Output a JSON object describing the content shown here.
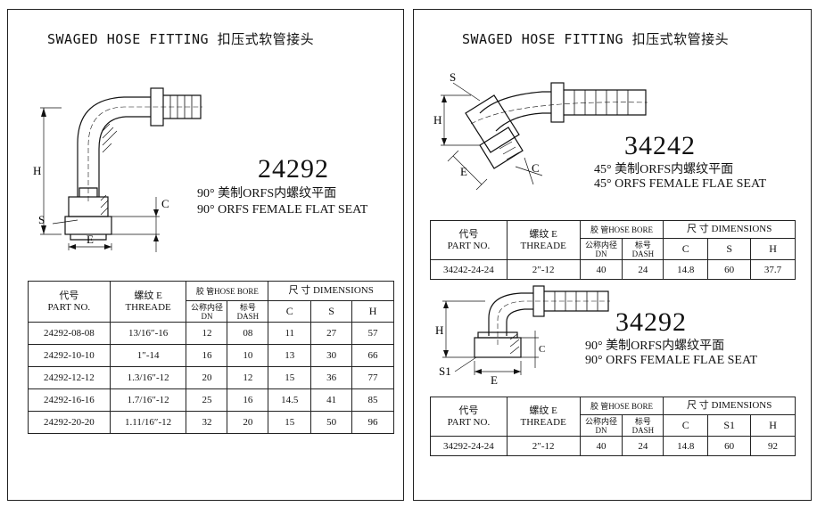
{
  "left": {
    "title": "SWAGED HOSE FITTING 扣压式软管接头",
    "model": "24292",
    "desc_cn": "90° 美制ORFS内螺纹平面",
    "desc_en": "90° ORFS FEMALE FLAT SEAT",
    "dim_labels": {
      "h": "H",
      "s": "S",
      "e": "E",
      "c": "C"
    },
    "table": {
      "headers": {
        "part_cn": "代号",
        "part_en": "PART NO.",
        "thread_cn": "螺纹 E",
        "thread_en": "THREADE",
        "bore": "胶 管HOSE BORE",
        "dn_cn": "公称内径",
        "dn_en": "DN",
        "dash_cn": "标号",
        "dash_en": "DASH",
        "dims": "尺 寸 DIMENSIONS",
        "c": "C",
        "s": "S",
        "h": "H"
      },
      "rows": [
        [
          "24292-08-08",
          "13/16″-16",
          "12",
          "08",
          "11",
          "27",
          "57"
        ],
        [
          "24292-10-10",
          "1″-14",
          "16",
          "10",
          "13",
          "30",
          "66"
        ],
        [
          "24292-12-12",
          "1.3/16″-12",
          "20",
          "12",
          "15",
          "36",
          "77"
        ],
        [
          "24292-16-16",
          "1.7/16″-12",
          "25",
          "16",
          "14.5",
          "41",
          "85"
        ],
        [
          "24292-20-20",
          "1.11/16″-12",
          "32",
          "20",
          "15",
          "50",
          "96"
        ]
      ]
    }
  },
  "right": {
    "title": "SWAGED HOSE FITTING 扣压式软管接头",
    "a": {
      "model": "34242",
      "desc_cn": "45° 美制ORFS内螺纹平面",
      "desc_en": "45° ORFS FEMALE FLAE SEAT",
      "dim_labels": {
        "s": "S",
        "h": "H",
        "e": "E",
        "c": "C"
      },
      "table": {
        "headers": {
          "part_cn": "代号",
          "part_en": "PART NO.",
          "thread_cn": "螺纹 E",
          "thread_en": "THREADE",
          "bore": "胶 管HOSE BORE",
          "dn_cn": "公称内径",
          "dn_en": "DN",
          "dash_cn": "标号",
          "dash_en": "DASH",
          "dims": "尺 寸 DIMENSIONS",
          "c": "C",
          "s": "S",
          "h": "H"
        },
        "rows": [
          [
            "34242-24-24",
            "2″-12",
            "40",
            "24",
            "14.8",
            "60",
            "37.7"
          ]
        ]
      }
    },
    "b": {
      "model": "34292",
      "desc_cn": "90° 美制ORFS内螺纹平面",
      "desc_en": "90° ORFS FEMALE FLAE SEAT",
      "dim_labels": {
        "s1": "S1",
        "h": "H",
        "e": "E",
        "c": "C"
      },
      "table": {
        "headers": {
          "part_cn": "代号",
          "part_en": "PART NO.",
          "thread_cn": "螺纹 E",
          "thread_en": "THREADE",
          "bore": "胶 管HOSE BORE",
          "dn_cn": "公称内径",
          "dn_en": "DN",
          "dash_cn": "标号",
          "dash_en": "DASH",
          "dims": "尺 寸 DIMENSIONS",
          "c": "C",
          "s1": "S1",
          "h": "H"
        },
        "rows": [
          [
            "34292-24-24",
            "2″-12",
            "40",
            "24",
            "14.8",
            "60",
            "92"
          ]
        ]
      }
    }
  }
}
